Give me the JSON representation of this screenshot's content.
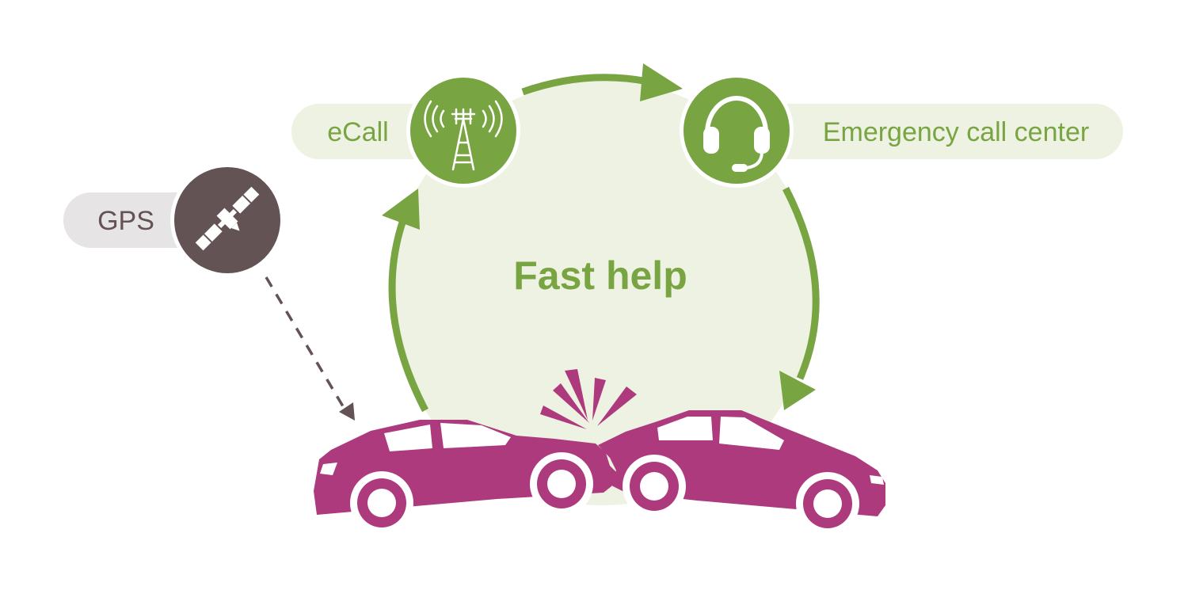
{
  "center": {
    "title": "Fast help"
  },
  "nodes": {
    "ecall": {
      "label": "eCall",
      "icon": "radio-tower-icon"
    },
    "call_center": {
      "label": "Emergency call center",
      "icon": "headset-icon"
    },
    "gps": {
      "label": "GPS",
      "icon": "satellite-icon"
    }
  },
  "scene": {
    "icon": "car-crash-icon"
  },
  "colors": {
    "green": "#78a441",
    "light_green": "#eef2e2",
    "gps_dark": "#645354",
    "gps_light": "#e7e4e5",
    "car": "#ae3a7e",
    "white": "#ffffff"
  }
}
